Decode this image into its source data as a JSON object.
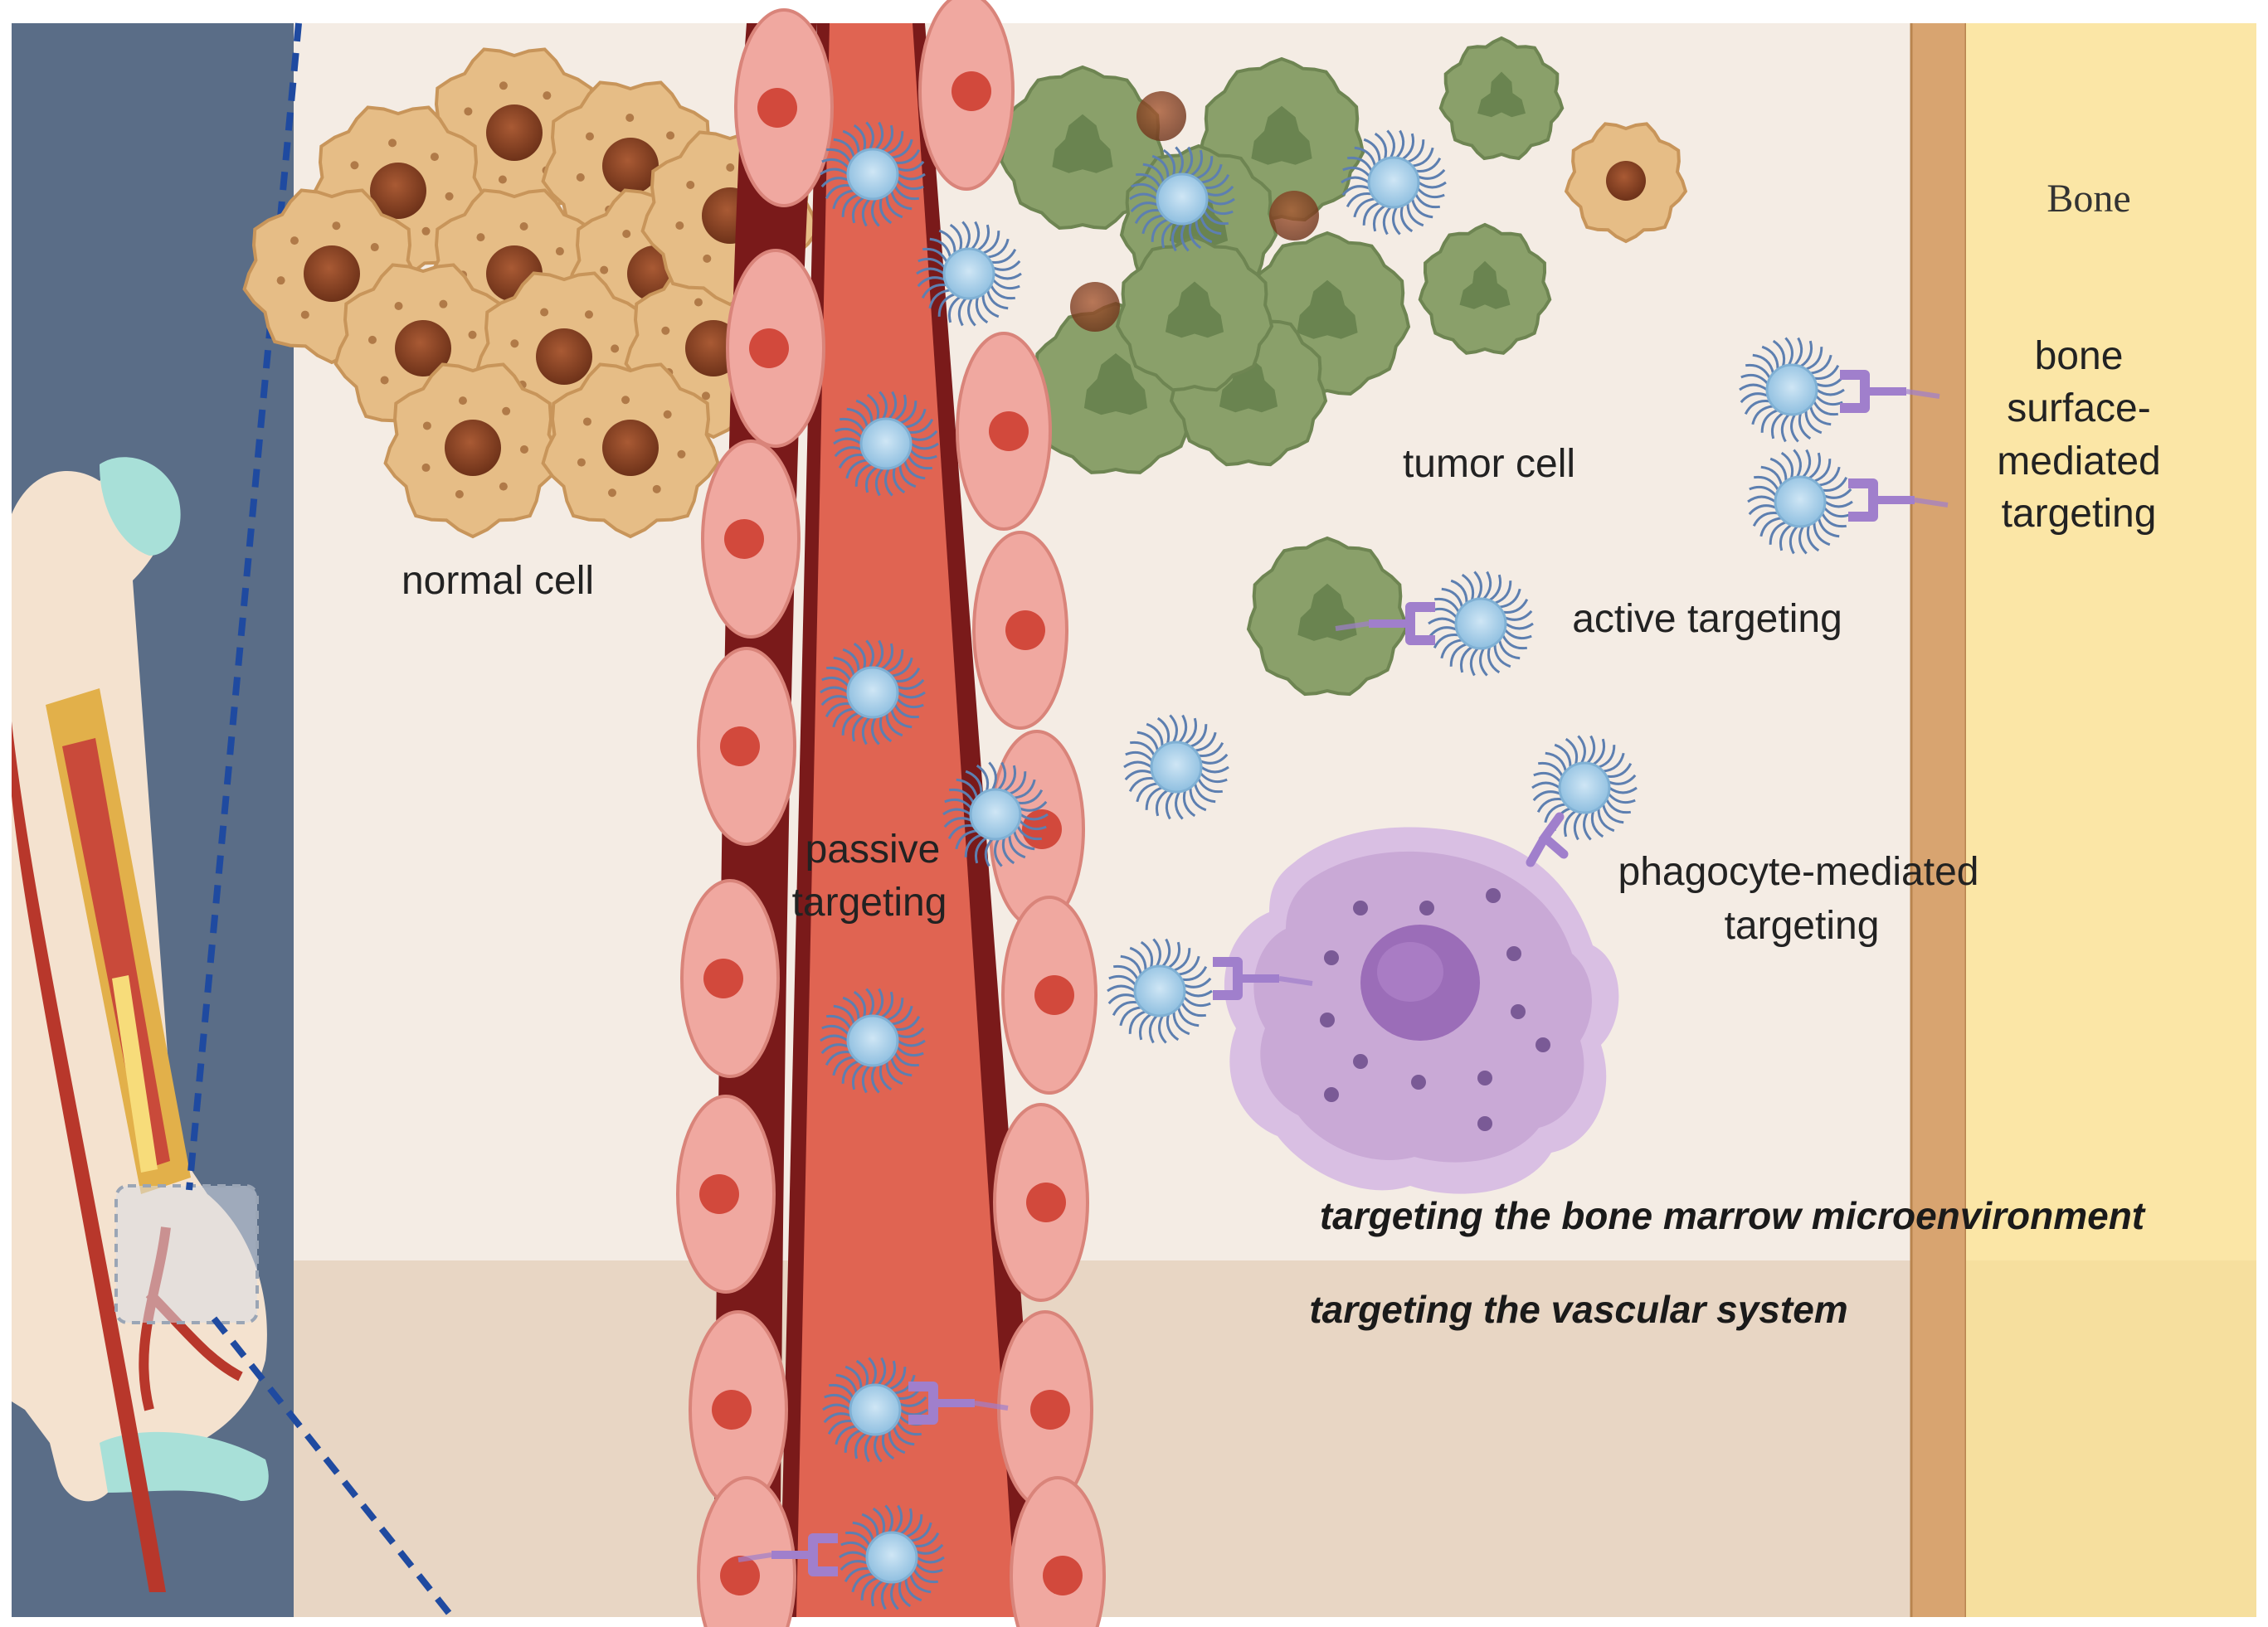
{
  "labels": {
    "bone": "Bone",
    "normal_cell": "normal cell",
    "tumor_cell": "tumor cell",
    "passive_line1": "passive",
    "passive_line2": "targeting",
    "active_targeting": "active targeting",
    "bone_surface_line1": "bone",
    "bone_surface_line2": "surface-",
    "bone_surface_line3": "mediated",
    "bone_surface_line4": "targeting",
    "phagocyte_line1": "phagocyte-mediated",
    "phagocyte_line2": "targeting",
    "microenvironment": "targeting the bone marrow microenvironment",
    "vascular": "targeting the vascular system"
  },
  "colors": {
    "left_panel": "#5a6d87",
    "marrow_bg": "#f4ece4",
    "vascular_band": "#e8d6c4",
    "vessel_lumen": "#e06452",
    "vessel_wall": "#7a1a1a",
    "endothelial": "#f0a8a0",
    "normal_cell": "#e6bd86",
    "normal_nucleus": "#8e4a2a",
    "tumor_cell": "#8aa06a",
    "bone_cortex": "#d8a470",
    "bone_area": "#fbe6a6",
    "nanoparticle": "#a9cde6",
    "phagocyte": "#c9a9d6",
    "ligand": "#9b7fc4"
  },
  "icons": [
    "femur-icon",
    "nanoparticle-icon",
    "ligand-icon",
    "normal-cell-icon",
    "tumor-cell-icon",
    "phagocyte-icon",
    "endothelial-cell-icon"
  ]
}
